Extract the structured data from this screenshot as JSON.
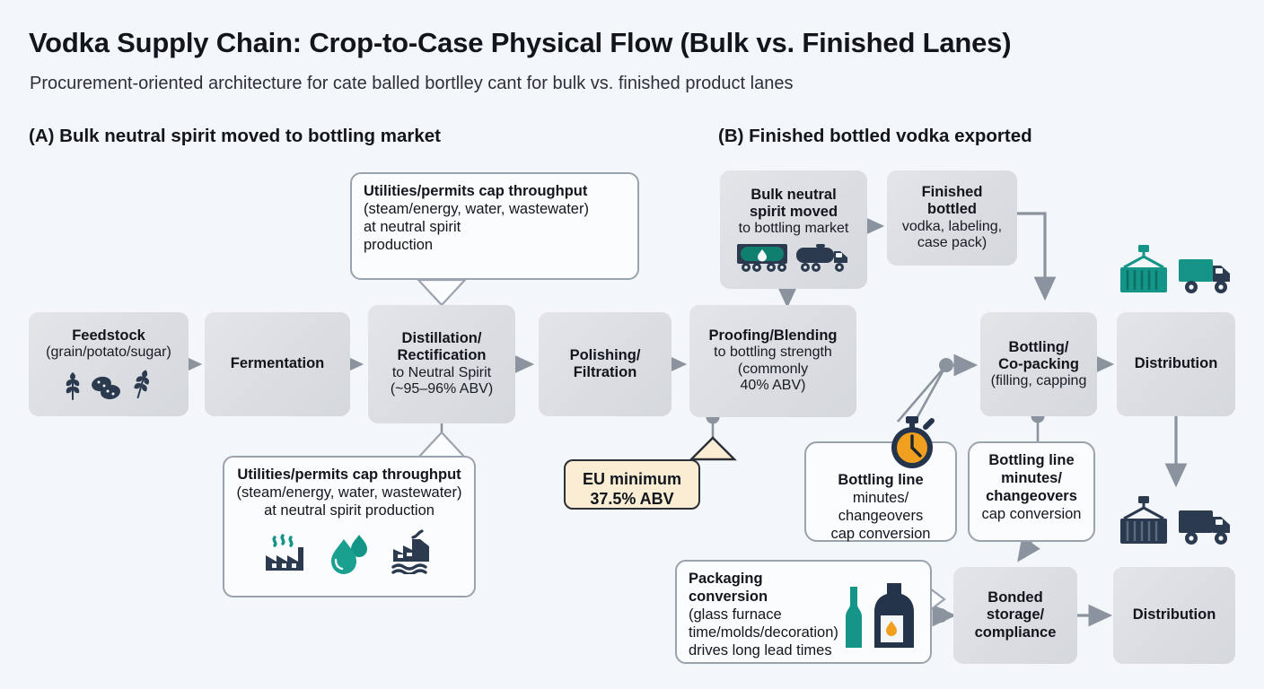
{
  "header": {
    "title": "Vodka Supply Chain: Crop-to-Case Physical Flow (Bulk vs. Finished Lanes)",
    "subtitle": "Procurement-oriented architecture for cate balled bortlley cant for bulk vs. finished product lanes"
  },
  "sections": {
    "a_label": "(A) Bulk neutral spirit moved to bottling market",
    "b_label": "(B) Finished bottled vodka exported"
  },
  "colors": {
    "background": "#f4f7fa",
    "node_fill": "#dcdee2",
    "callout_fill": "#fbfcfd",
    "callout_border": "#9aa3ad",
    "connector": "#8b949e",
    "accent_teal": "#159488",
    "accent_navy": "#2b3a4f",
    "accent_orange": "#f0a01e",
    "eu_fill": "#faedd3",
    "eu_border": "#2b2f36"
  },
  "lane_a": {
    "feedstock": {
      "title": "Feedstock",
      "sub": "(grain/potato/sugar)",
      "icons": [
        "wheat-icon",
        "potato-icon",
        "wheat-icon"
      ]
    },
    "fermentation": {
      "title": "Fermentation"
    },
    "distillation": {
      "title_l1": "Distillation/",
      "title_l2": "Rectification",
      "sub_l1": "to Neutral Spirit",
      "sub_l2": "(~95–96% ABV)"
    },
    "polishing": {
      "title_l1": "Polishing/",
      "title_l2": "Filtration"
    },
    "proofing": {
      "title": "Proofing/Blending",
      "sub_l1": "to bottling strength",
      "sub_l2": "(commonly",
      "sub_l3": "40% ABV)"
    },
    "callout_top": {
      "hd": "Utilities/permits cap throughput",
      "l1": "(steam/energy, water, wastewater)",
      "l2": "at neutral spirit",
      "l3": "production"
    },
    "callout_bottom": {
      "hd": "Utilities/permits cap throughput",
      "l1": "(steam/energy, water, wastewater)",
      "l2": "at neutral spirit production",
      "icons": [
        "factory-steam-icon",
        "water-droplet-icon",
        "wastewater-plant-icon"
      ]
    },
    "callout_eu": {
      "l1": "EU minimum",
      "l2": "37.5% ABV"
    }
  },
  "lane_b": {
    "bulk_moved": {
      "title_l1": "Bulk neutral",
      "title_l2": "spirit moved",
      "sub": "to bottling market",
      "icons": [
        "tank-container-icon",
        "tanker-truck-icon"
      ]
    },
    "finished_bottled": {
      "title_l1": "Finished",
      "title_l2": "bottled",
      "sub_l1": "vodka, labeling,",
      "sub_l2": "case pack)"
    },
    "bottling": {
      "title_l1": "Bottling/",
      "title_l2": "Co-packing",
      "sub": "(filling, capping"
    },
    "distribution_top": {
      "title": "Distribution"
    },
    "distribution_bottom": {
      "title": "Distribution"
    },
    "bonded": {
      "title_l1": "Bonded",
      "title_l2": "storage/",
      "title_l3": "compliance"
    },
    "callout_line_left": {
      "icon": "stopwatch-icon",
      "hd": "Bottling line",
      "l1": "minutes/",
      "l2": "changeovers",
      "l3": "cap conversion"
    },
    "callout_line_right": {
      "hd_l1": "Bottling line",
      "hd_l2": "minutes/",
      "hd_l3": "changeovers",
      "l1": "cap conversion"
    },
    "callout_packaging": {
      "hd": "Packaging conversion",
      "l1": "(glass furnace",
      "l2": "time/molds/decoration)",
      "l3": "drives long lead times",
      "icons": [
        "glass-bottle-icon",
        "furnace-icon"
      ]
    },
    "export_icons_top": [
      "shipping-container-icon",
      "delivery-truck-icon"
    ],
    "export_icons_bottom": [
      "shipping-container-icon",
      "delivery-truck-icon"
    ]
  }
}
